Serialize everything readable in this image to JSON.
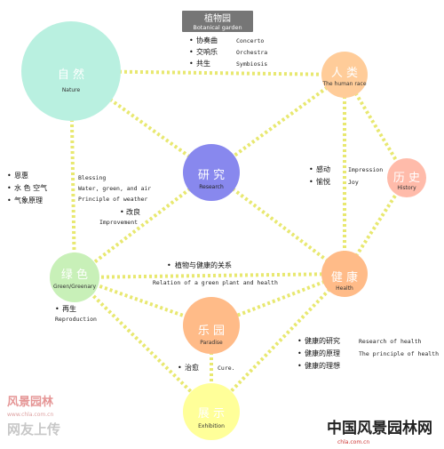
{
  "header": {
    "title": "植物园",
    "subtitle": "Botanical garden",
    "items": [
      {
        "cn": "协奏曲",
        "en": "Concerto"
      },
      {
        "cn": "交响乐",
        "en": "Orchestra"
      },
      {
        "cn": "共生",
        "en": "Symbiosis"
      }
    ]
  },
  "nodes": {
    "nature": {
      "cn": "自 然",
      "en": "Nature",
      "color": "#b9f0e0"
    },
    "human": {
      "cn": "人 类",
      "en": "The human race",
      "color": "#ffcc99"
    },
    "research": {
      "cn": "研 究",
      "en": "Research",
      "color": "#8888ee"
    },
    "history": {
      "cn": "历 史",
      "en": "History",
      "color": "#ffbbaa"
    },
    "green": {
      "cn": "绿 色",
      "en": "Green/Greenary",
      "color": "#c8f0b8"
    },
    "health": {
      "cn": "健 康",
      "en": "Health",
      "color": "#ffbb88"
    },
    "paradise": {
      "cn": "乐 园",
      "en": "Paradise",
      "color": "#ffbb88"
    },
    "exhibition": {
      "cn": "展 示",
      "en": "Exhibition",
      "color": "#ffff99"
    }
  },
  "annotations": {
    "blessing": {
      "cn": [
        "恩惠",
        "水 色 空气",
        "气象原理"
      ],
      "en": [
        "Blessing",
        "Water, green, and air",
        "Principle of weather"
      ]
    },
    "improvement": {
      "cn": "改良",
      "en": "Improvement"
    },
    "impression": {
      "cn": [
        "感动",
        "愉悦"
      ],
      "en": [
        "Impression",
        "Joy"
      ]
    },
    "relation": {
      "cn": "植物与健康的关系",
      "en": "Relation of a green plant and health"
    },
    "reproduction": {
      "cn": "再生",
      "en": "Reproduction"
    },
    "cure": {
      "cn": "治愈",
      "en": "Cure."
    },
    "health_notes": [
      {
        "cn": "健康的研究",
        "en": "Research of health"
      },
      {
        "cn": "健康的原理",
        "en": "The principle of health"
      },
      {
        "cn": "健康的理想",
        "en": ""
      }
    ]
  },
  "watermarks": {
    "left_logo": "风景园林",
    "left_url": "www.chla.com.cn",
    "left_caption": "网友上传",
    "right_logo": "中国风景园林网",
    "right_url": "chla.com.cn"
  },
  "colors": {
    "connector": "#e8e870",
    "connector_dash": "#c8c850"
  }
}
